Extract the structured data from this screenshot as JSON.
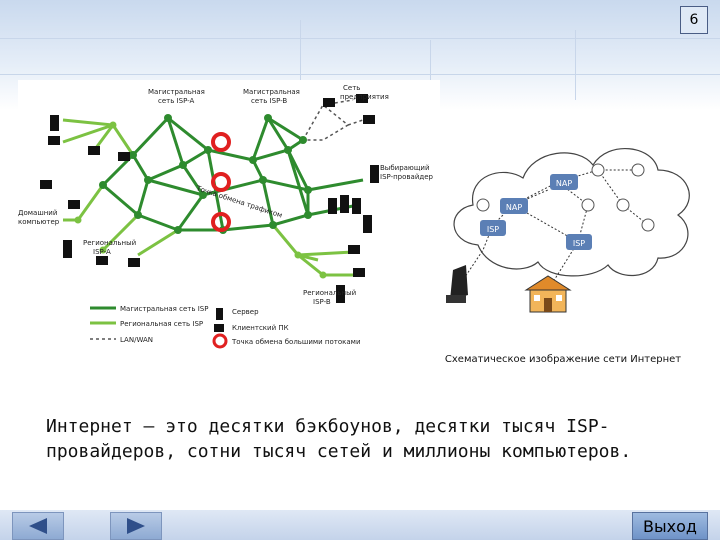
{
  "slide": {
    "number": "6"
  },
  "diagram": {
    "labels": {
      "backbone_a": "Магистральная\nсеть ISP-A",
      "backbone_b": "Магистральная\nсеть ISP-B",
      "lan": "Сеть\nпредприятия",
      "dial_isp": "Выбирающий\nISP-провайдер",
      "home_pc": "Домашний\nкомпьютер",
      "regional_a": "Региональный\nISP-A",
      "regional_b": "Региональный\nISP-B",
      "nap_diag": "Точка обмена трафиком"
    },
    "legend": [
      {
        "text": "Магистральная сеть ISP",
        "color": "#2e8b2e"
      },
      {
        "text": "Региональная сеть ISP",
        "color": "#7cc242"
      },
      {
        "text": "LAN/WAN",
        "color": "#555555"
      }
    ],
    "legend_right": [
      {
        "text": "Сервер"
      },
      {
        "text": "Клиентский ПК"
      },
      {
        "text": "Точка обмена большими потоками"
      }
    ]
  },
  "cloud": {
    "nodes": [
      "NAP",
      "NAP",
      "ISP",
      "ISP"
    ]
  },
  "caption": "Схематическое изображение сети Интернет",
  "body_text": "Интернет — это десятки бэкбоунов, десятки тысяч ISP-провайдеров, сотни тысяч сетей и миллионы компьютеров.",
  "nav": {
    "exit_label": "Выход"
  },
  "colors": {
    "backbone": "#2e8b2e",
    "regional": "#7cc242",
    "nap": "#e02020",
    "accent": "#3f6fb5",
    "cloud_node": "#5b7fb5"
  }
}
